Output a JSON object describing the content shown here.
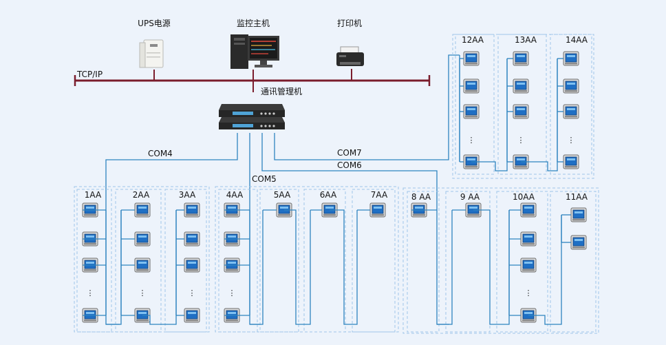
{
  "network": {
    "bus_label": "TCP/IP",
    "ups_label": "UPS电源",
    "host_label": "监控主机",
    "printer_label": "打印机",
    "gateway_label": "通讯管理机"
  },
  "ports": {
    "com4": "COM4",
    "com5": "COM5",
    "com6": "COM6",
    "com7": "COM7"
  },
  "cabinets": [
    {
      "name": "1AA"
    },
    {
      "name": "2AA"
    },
    {
      "name": "3AA"
    },
    {
      "name": "4AA"
    },
    {
      "name": "5AA"
    },
    {
      "name": "6AA"
    },
    {
      "name": "7AA"
    },
    {
      "name": "8 AA"
    },
    {
      "name": "9 AA"
    },
    {
      "name": "10AA"
    },
    {
      "name": "11AA"
    },
    {
      "name": "12AA"
    },
    {
      "name": "13AA"
    },
    {
      "name": "14AA"
    }
  ],
  "ellipsis": "⋮"
}
